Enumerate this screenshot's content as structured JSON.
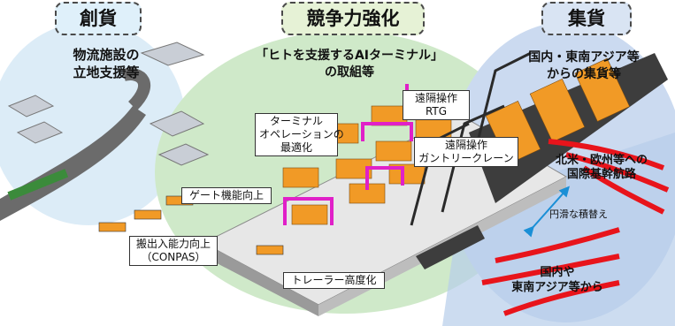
{
  "sections": {
    "left": {
      "title": "創貨",
      "caption": [
        "物流施設の",
        "立地支援等"
      ]
    },
    "center": {
      "title": "競争力強化",
      "caption": [
        "「ヒトを支援するAIターミナル」",
        "の取組等"
      ]
    },
    "right": {
      "title": "集貨",
      "caption": [
        "国内・東南アジア等",
        "からの集貨等"
      ]
    }
  },
  "labels": {
    "terminal_ops": [
      "ターミナル",
      "オペレーションの",
      "最適化"
    ],
    "rtg": [
      "遠隔操作",
      "RTG"
    ],
    "gantry": [
      "遠隔操作",
      "ガントリークレーン"
    ],
    "gate": "ゲート機能向上",
    "conpas": [
      "搬出入能力向上",
      "（CONPAS）"
    ],
    "trailer": "トレーラー高度化",
    "main_route": [
      "北米・欧州等への",
      "国際基幹航路"
    ],
    "transship": "円滑な積替え",
    "domestic": [
      "国内や",
      "東南アジア等から"
    ]
  },
  "colors": {
    "left_bg": "#dcecf7",
    "center_bg": "#cfe9c9",
    "right_bg": "#cbdaf0",
    "accent_magenta": "#e020c8",
    "arrow_red": "#e8141b",
    "container_orange": "#f19a26"
  }
}
